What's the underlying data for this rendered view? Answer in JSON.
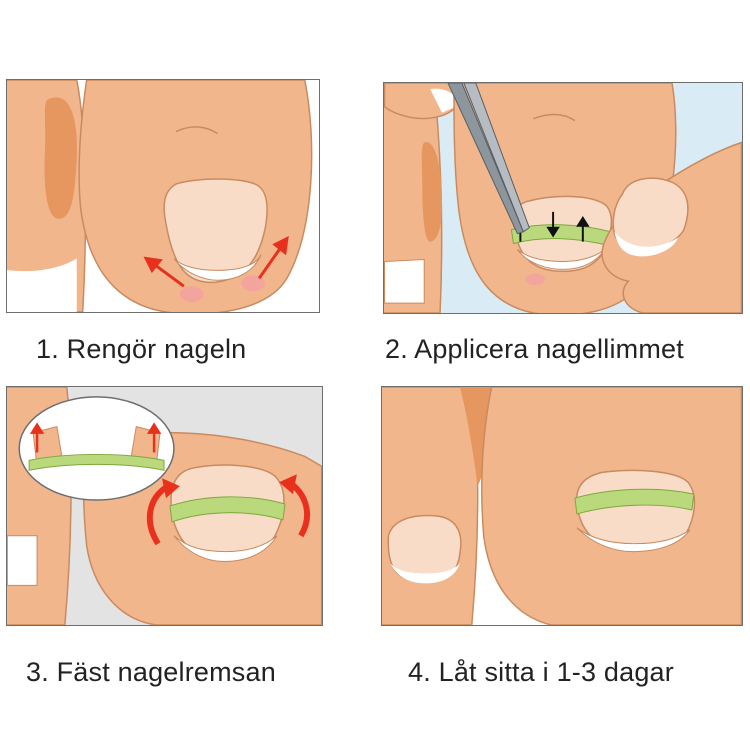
{
  "steps": [
    {
      "number": "1",
      "caption": "1. Rengör nageln"
    },
    {
      "number": "2",
      "caption": "2. Applicera nagellimmet"
    },
    {
      "number": "3",
      "caption": "3. Fäst nagelremsan"
    },
    {
      "number": "4",
      "caption": "4. Låt sitta i 1-3 dagar"
    }
  ],
  "colors": {
    "skin": "#f2b68c",
    "skin_shadow": "#df9e72",
    "skin_outline": "#c98a60",
    "nail": "#f8dcc8",
    "nail_tip": "#ffffff",
    "strip": "#b9d97c",
    "arrow_red": "#e8301c",
    "tweezers": "#8e969d"
  },
  "icons": [
    "red-arrow-icon",
    "black-arrow-icon",
    "curved-red-arrow-icon",
    "tweezers-icon"
  ]
}
